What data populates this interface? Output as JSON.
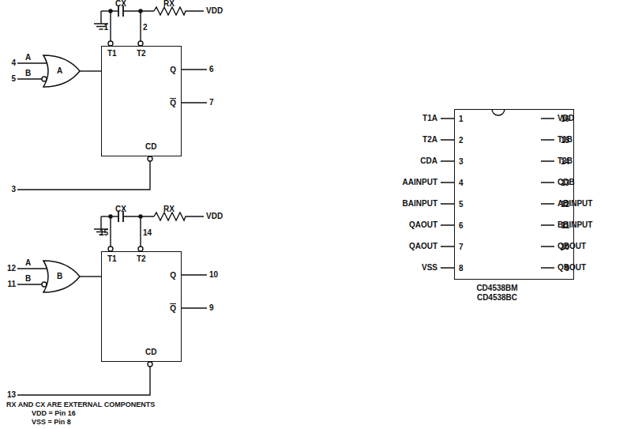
{
  "diagram": {
    "nodes": [
      {
        "text": [
          "T1",
          "T2",
          "Q",
          "Q",
          "CD"
        ]
      },
      {
        "text": [
          "A"
        ]
      },
      {
        "text": [
          "T1",
          "T2",
          "Q",
          "Q",
          "CD"
        ]
      },
      {
        "text": [
          "B"
        ]
      },
      {
        "text": [
          "1",
          "2",
          "3",
          "4",
          "5",
          "6",
          "7",
          "8",
          "9",
          "10",
          "11",
          "12",
          "13",
          "14",
          "15",
          "16",
          "CD4538BM CD4538BC"
        ]
      }
    ],
    "edges": [
      {
        "from": 1,
        "to": 0,
        "arrow": "none"
      },
      {
        "from": 3,
        "to": 2,
        "arrow": "none"
      }
    ],
    "labels": [
      "CX",
      "RX",
      "VDD",
      "1",
      "2",
      "6",
      "7",
      "4",
      "5",
      "A",
      "B",
      "3",
      "CX",
      "RX",
      "VDD",
      "15",
      "14",
      "10",
      "9",
      "12",
      "11",
      "A",
      "B",
      "13",
      "RX AND CX ARE EXTERNAL COMPONENTS",
      "VDD = Pin 16",
      "VSS = Pin 8",
      "T1A",
      "T2A",
      "CDA",
      "AAINPUT",
      "BAINPUT",
      "QAOUT",
      "QAOUT",
      "VSS",
      "VDD",
      "T1B",
      "T2B",
      "CDB",
      "ABINPUT",
      "BBINPUT",
      "QBOUT",
      "QBOUT"
    ]
  }
}
